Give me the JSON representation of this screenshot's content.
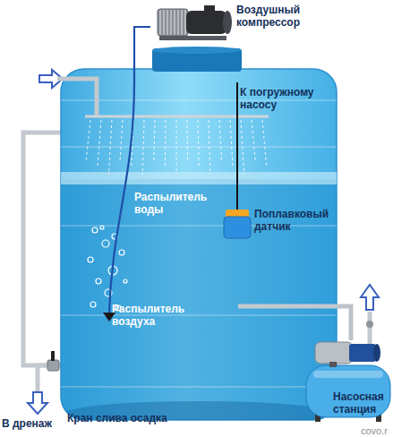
{
  "diagram": {
    "nodes": [
      {
        "text": [
          "Воздушный компрессор"
        ]
      },
      {
        "text": [
          "Распылитель воды",
          "Распылитель воздуха"
        ]
      },
      {
        "text": [
          "Поплавковый датчик"
        ],
        "in": 1
      },
      {
        "text": [
          "Насосная станция"
        ]
      }
    ],
    "edges": [
      {
        "from": 0,
        "to": 1,
        "arrow": "none"
      },
      {
        "from": 1,
        "to": 3,
        "arrow": "none"
      }
    ],
    "labels": [
      "К погружному насосу",
      "Кран слива осадка",
      "В дренаж",
      "covo.r"
    ]
  }
}
